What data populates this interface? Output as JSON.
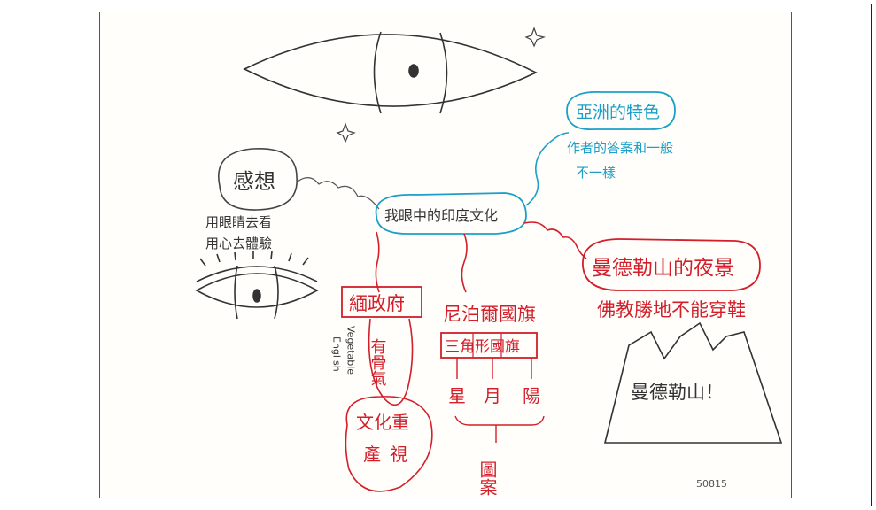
{
  "drawing": {
    "center_label": "我眼中的印度文化",
    "feelings": {
      "title": "感想",
      "line1": "用眼睛去看",
      "line2": "用心去體驗"
    },
    "asia": {
      "title": "亞洲的特色",
      "line1": "作者的答案和一般",
      "line2": "不一樣"
    },
    "mandela": {
      "title": "曼德勒山的夜景",
      "subtitle": "佛教勝地不能穿鞋",
      "mountain_label": "曼德勒山！"
    },
    "government": {
      "title": "緬政府",
      "line1": "有骨氣",
      "veg": "Vegetable",
      "eng": "English",
      "culture": "文化重",
      "culture2": "產",
      "culture3": "視"
    },
    "flag": {
      "title": "尼泊爾國旗",
      "shape": "三角形國旗",
      "star": "星",
      "moon": "月",
      "sun": "陽",
      "pattern": "圖案"
    },
    "footer_code": "50815"
  },
  "colors": {
    "ink_black": "#333333",
    "ink_blue": "#1aa0c8",
    "ink_red": "#d21f2a",
    "ink_magenta": "#c020c0"
  }
}
